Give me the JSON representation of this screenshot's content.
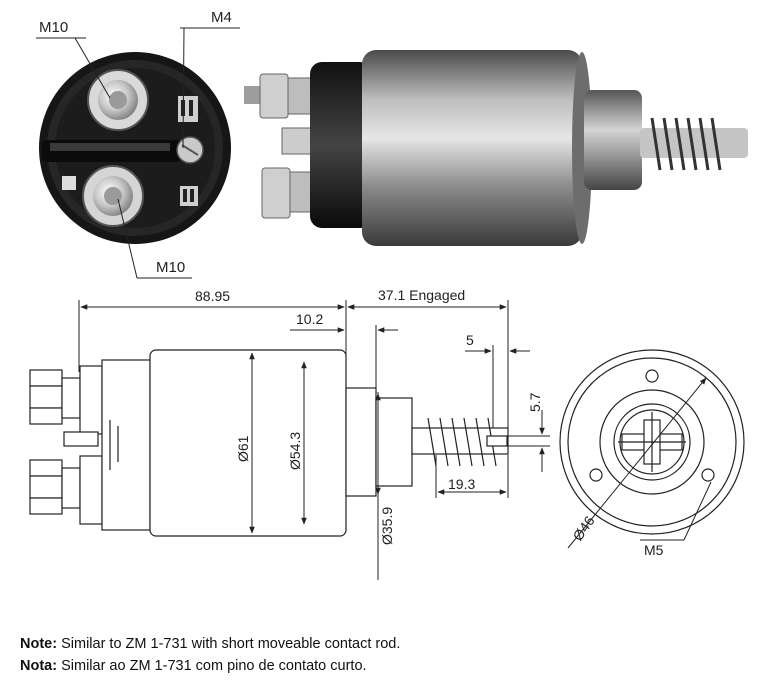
{
  "photo_labels": {
    "terminal_top": "M10",
    "terminal_small": "M4",
    "terminal_bottom": "M10"
  },
  "dimensions": {
    "overall_length": "88.95",
    "engaged": "37.1 Engaged",
    "collar_width": "10.2",
    "rod_end": "5",
    "rod_diameter": "5.7",
    "spring_length": "19.3",
    "body_diameter": "Ø61",
    "inner_diameter": "Ø54.3",
    "nose_diameter": "Ø35.9",
    "bolt_circle": "Ø46",
    "mount_thread": "M5"
  },
  "notes": [
    {
      "label": "Note:",
      "text": " Similar to ZM 1-731 with short moveable contact rod."
    },
    {
      "label": "Nota:",
      "text": " Similar ao ZM 1-731 com pino de contato curto."
    }
  ]
}
